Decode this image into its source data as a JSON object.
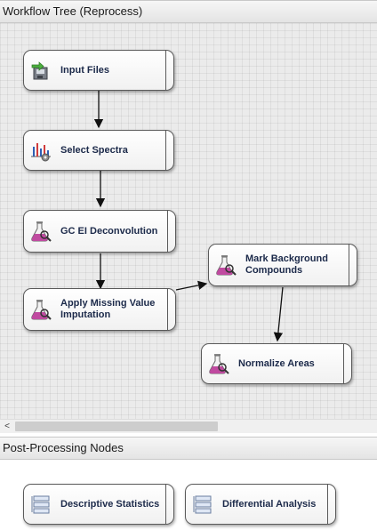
{
  "workflow_panel": {
    "title": "Workflow Tree (Reprocess)",
    "nodes": [
      {
        "label": "Input Files",
        "icon": "input-files-icon"
      },
      {
        "label": "Select Spectra",
        "icon": "select-spectra-icon"
      },
      {
        "label": "GC EI  Deconvolution",
        "icon": "flask-magnifier-icon"
      },
      {
        "label": "Apply Missing Value Imputation",
        "icon": "flask-magnifier-icon"
      },
      {
        "label": "Mark Background Compounds",
        "icon": "flask-magnifier-icon"
      },
      {
        "label": "Normalize Areas",
        "icon": "flask-magnifier-icon"
      }
    ],
    "scroll_left": "<"
  },
  "post_panel": {
    "title": "Post-Processing Nodes",
    "nodes": [
      {
        "label": "Descriptive Statistics",
        "icon": "post-node-icon"
      },
      {
        "label": "Differential Analysis",
        "icon": "post-node-icon"
      }
    ]
  },
  "colors": {
    "node_text": "#1c2a4a",
    "flask": "#c04aa0",
    "canvas_bg": "#ebebeb"
  }
}
